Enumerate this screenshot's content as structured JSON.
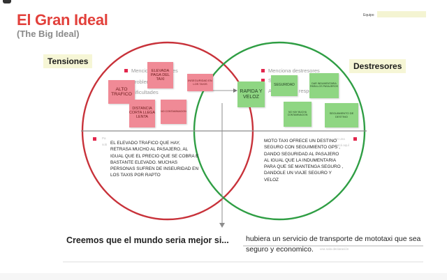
{
  "header": {
    "title": "El Gran Ideal",
    "subtitle": "(The Big Ideal)",
    "team_label": "Equipo"
  },
  "labels": {
    "tensiones": "Tensiones",
    "destresores": "Destresores"
  },
  "ghost_prompts": {
    "left_1": "Menciona tensiones",
    "left_2": "Problemas",
    "left_3": "Dificultades",
    "right_1": "Menciona destresores",
    "right_2": "S",
    "right_3": "A",
    "right_3b": "s respo",
    "left_lower_a": "Pa",
    "left_lower_b": "sob",
    "right_lower_a": "en una",
    "right_lower_b": "r acá aquí",
    "bottom_hint": "una sola declaración"
  },
  "notes": {
    "alto_trafico": "ALTO TRAFICO",
    "elevada_paga": "ELEVADA PAGA DEL TAXI",
    "inseguridad": "INSEGURIDAD EN LOS TAXIS",
    "distancia": "DISTANCIA CORTA LLEGA LENTA",
    "no_contaminacion": "NO CONTAMINACION",
    "rapida_veloz": "RAPIDA Y VELOZ",
    "seguridad": "SEGURIDAD",
    "dar_indumentaria": "DAR INDUMENTARIA PARA LOS PASAJEROS",
    "no_hay_contaminacion": "NO HAY MUCHA CONTAMINACION",
    "seguimiento": "SEGUIMIENTO DE DESTINO"
  },
  "texts": {
    "left_body": "EL ELEVADO TRAFICO QUE HAY,\nRETRASA MUCHO AL  PASAJERO, AL\nIGUAL QUE EL PRECIO QUE SE COBRA E\nBASTANTE ELEVADO. MUCHAS\nPERSONAS SUFREN DE INSEURIDAD EN\nLOS TAXIS POR RAPTO",
    "right_body": "MOTO TAXI OFRECE UN DESTINO\nSEGURO CON SEGUIMIENTO GPS ,\nDANDO SEGURIDAD AL PASAJERO\nAL IGUAL QUE LA INDUMENTARIA\nPARA QUE SE MANTENGA SEGURO ,\nDANDOLE UN VIAJE SEGURO Y\nVELOZ"
  },
  "belief": {
    "label": "Creemos que el mundo seria mejor si...",
    "answer": "hubiera un servicio de transporte de mototaxi que sea seguro y economico."
  },
  "colors": {
    "title_red": "#e2403b",
    "circle_red": "#c8323a",
    "circle_green": "#2f9e44",
    "note_pink": "#f08a96",
    "note_green": "#8fd683",
    "label_bg": "#f6f6d6"
  }
}
